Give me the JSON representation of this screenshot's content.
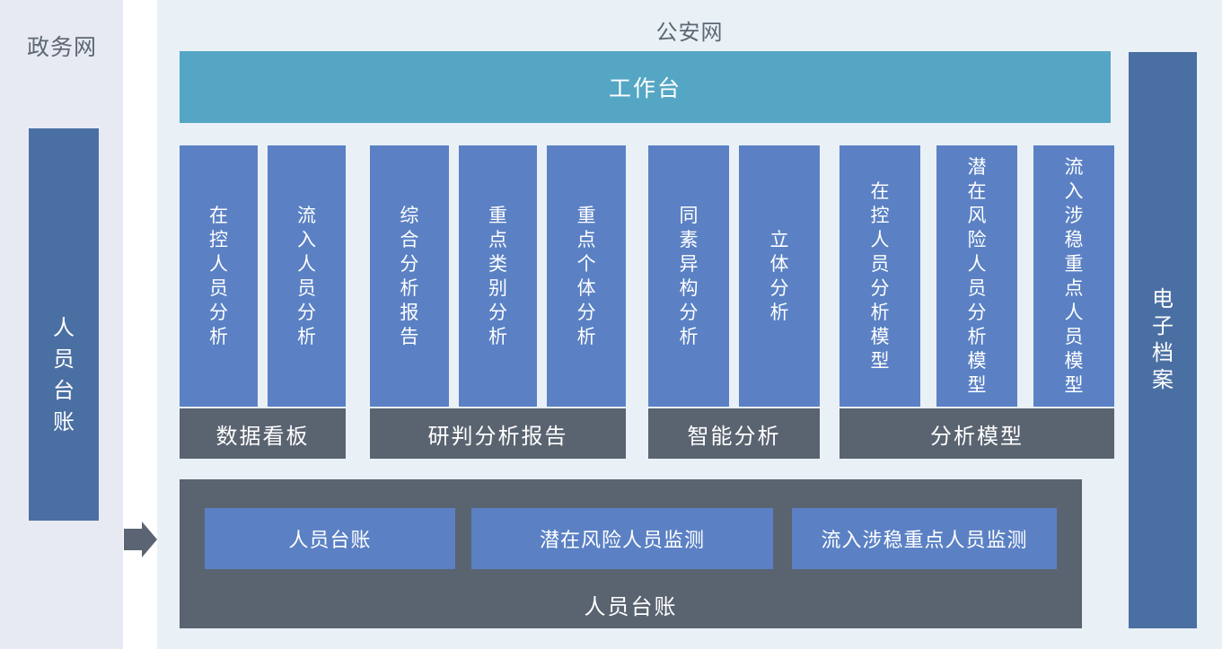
{
  "left_panel": {
    "title": "政务网",
    "bar_label": "人员台账"
  },
  "main_panel": {
    "title": "公安网",
    "workbench_label": "工作台",
    "groups": [
      {
        "label": "数据看板",
        "columns": [
          "在控人员分析",
          "流入人员分析"
        ]
      },
      {
        "label": "研判分析报告",
        "columns": [
          "综合分析报告",
          "重点类别分析",
          "重点个体分析"
        ]
      },
      {
        "label": "智能分析",
        "columns": [
          "同素异构分析",
          "立体分析"
        ]
      },
      {
        "label": "分析模型",
        "columns": [
          "在控人员分析模型",
          "潜在风险人员分析模型",
          "流入涉稳重点人员模型"
        ]
      }
    ],
    "bottom_panel": {
      "label": "人员台账",
      "buttons": [
        "人员台账",
        "潜在风险人员监测",
        "流入涉稳重点人员监测"
      ]
    },
    "earchive_label": "电子档案"
  },
  "colors": {
    "panel_left": "#e8eaf3",
    "panel_main": "#e9f1f7",
    "workbench": "#54a6c4",
    "module": "#5b81c4",
    "side_bar": "#4a6fa3",
    "section": "#5a6370"
  }
}
